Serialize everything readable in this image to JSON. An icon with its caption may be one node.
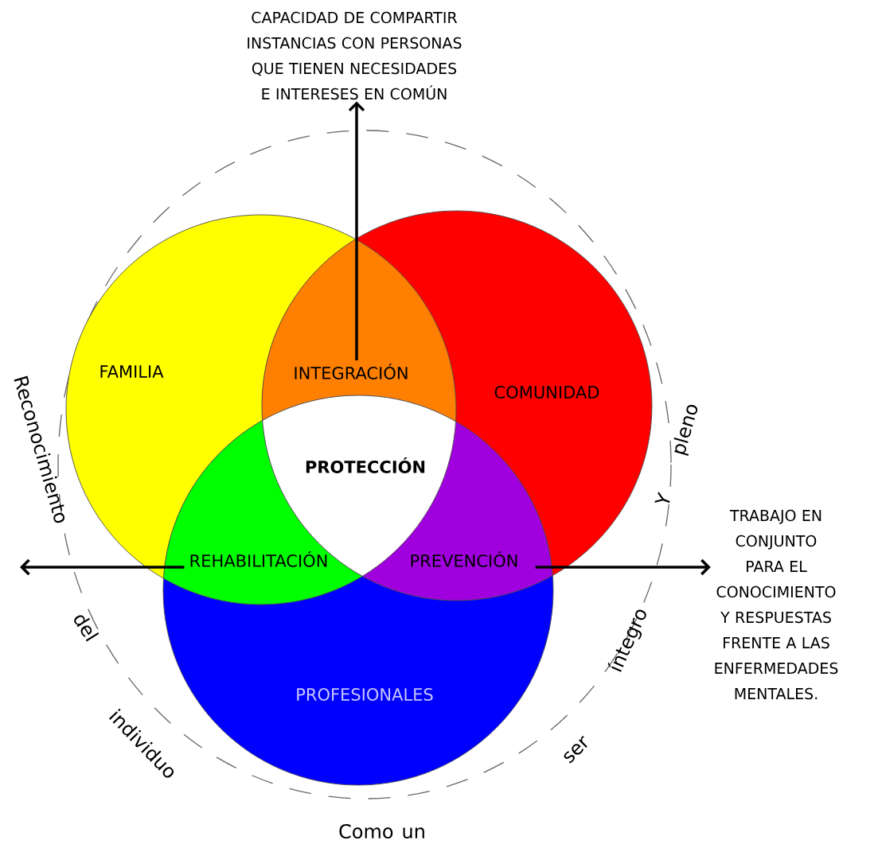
{
  "diagram": {
    "nodes": [
      {
        "text": [
          "CAPACIDAD DE COMPARTIR INSTANCIAS CON PERSONAS QUE TIENEN NECESIDADES E INTERESES EN COMÚN"
        ]
      },
      {
        "text": [
          "FAMILIA"
        ]
      },
      {
        "text": [
          "COMUNIDAD"
        ]
      },
      {
        "text": [
          "PROFESIONALES"
        ]
      },
      {
        "text": [
          "INTEGRACIÓN"
        ]
      },
      {
        "text": [
          "PROTECCIÓN"
        ]
      },
      {
        "text": [
          "REHABILITACIÓN"
        ]
      },
      {
        "text": [
          "PREVENCIÓN"
        ]
      },
      {
        "text": [
          "TRABAJO EN CONJUNTO PARA EL CONOCIMIENTO Y RESPUESTAS FRENTE A LAS ENFERMEDADES MENTALES."
        ]
      }
    ],
    "edges": [
      {
        "from": 4,
        "to": 0,
        "arrow": "to"
      },
      {
        "from": 7,
        "to": 8,
        "arrow": "to"
      },
      {
        "from": 6,
        "to": null,
        "arrow": "to"
      }
    ],
    "labels": [
      "Reconocimiento",
      "del",
      "individuo",
      "Como un",
      "ser",
      "íntegro",
      "Y",
      "pleno"
    ]
  }
}
